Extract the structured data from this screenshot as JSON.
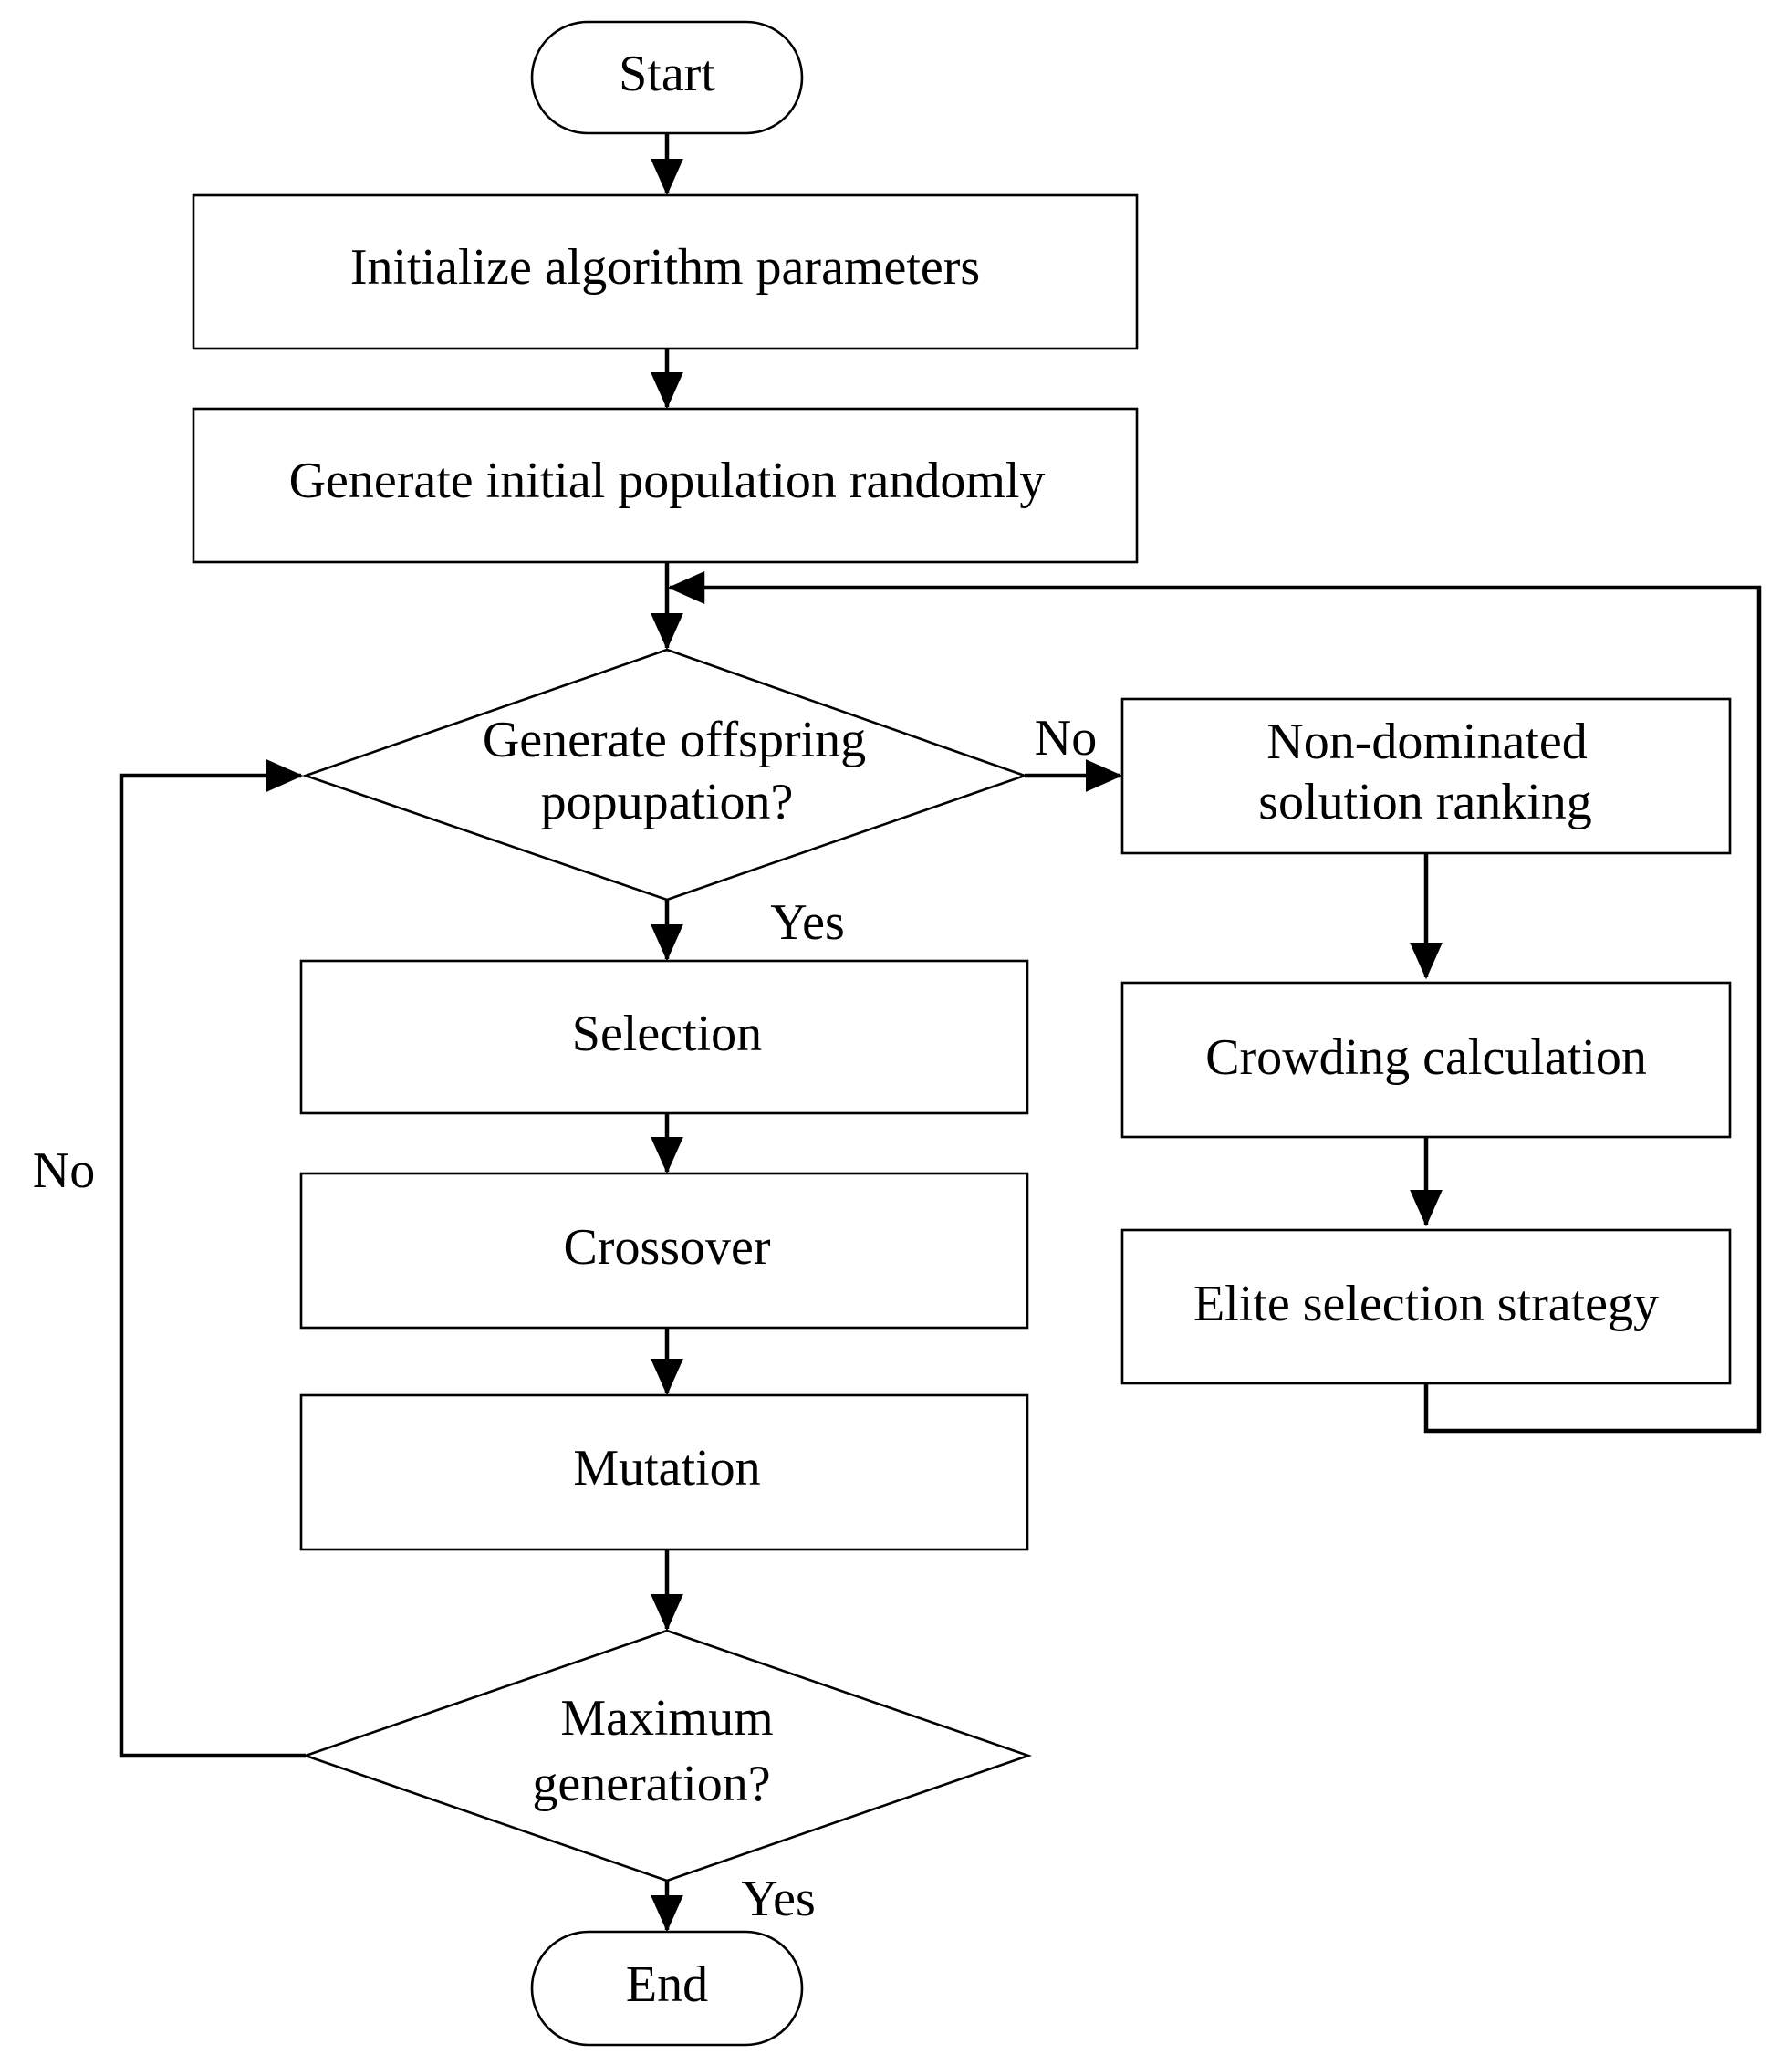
{
  "diagram": {
    "start": "Start",
    "init_params": "Initialize algorithm parameters",
    "gen_population": "Generate initial population randomly",
    "offspring_decision": [
      "Generate offspring",
      "popupation?"
    ],
    "selection": "Selection",
    "crossover": "Crossover",
    "mutation": "Mutation",
    "max_gen_decision": [
      "Maximum",
      "generation?"
    ],
    "end": "End",
    "non_dominated": [
      "Non-dominated",
      "solution ranking"
    ],
    "crowding": "Crowding calculation",
    "elite": "Elite selection strategy",
    "edge_labels": {
      "offspring_no": "No",
      "offspring_yes": "Yes",
      "maxgen_no": "No",
      "maxgen_yes": "Yes"
    }
  }
}
